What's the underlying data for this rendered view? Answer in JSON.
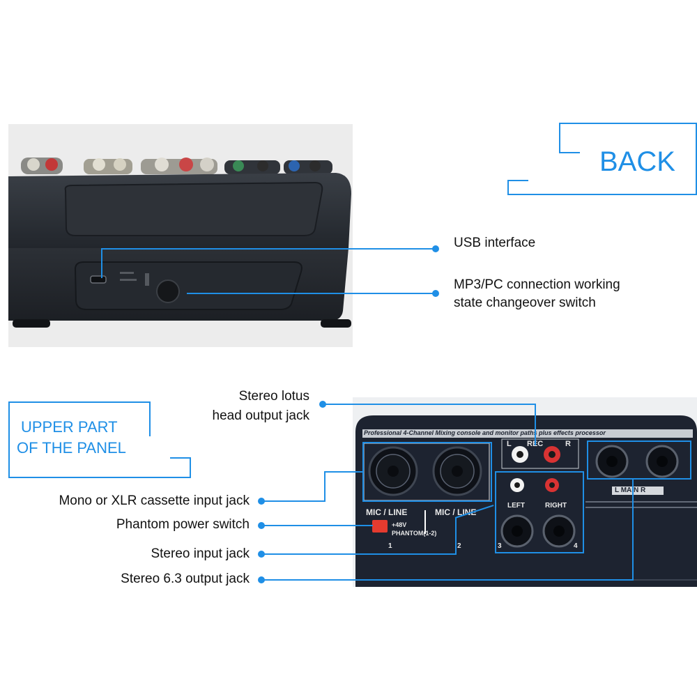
{
  "back_section": {
    "title": "BACK",
    "callouts": [
      {
        "label": "USB interface"
      },
      {
        "label_line1": "MP3/PC connection working",
        "label_line2": "state changeover switch"
      }
    ]
  },
  "upper_section": {
    "title_line1": "UPPER PART",
    "title_line2": "OF THE PANEL",
    "callouts": [
      {
        "label_line1": "Stereo lotus",
        "label_line2": "head output jack"
      },
      {
        "label": "Mono or XLR cassette input jack"
      },
      {
        "label": "Phantom power switch"
      },
      {
        "label": "Stereo input jack"
      },
      {
        "label": "Stereo 6.3 output jack"
      }
    ],
    "panel": {
      "header": "Professional 4-Channel Mixing console and monitor paths plus effects processor",
      "rec": "REC",
      "rec_l": "L",
      "rec_r": "R",
      "mic_line_1": "MIC / LINE",
      "mic_line_2": "MIC / LINE",
      "phantom_1": "+48V",
      "phantom_2": "PHANTOM(1-2)",
      "left": "LEFT",
      "right": "RIGHT",
      "main": "L  MAIN  R",
      "ch1": "1",
      "ch2": "2",
      "ch3": "3",
      "ch4": "4"
    }
  },
  "colors": {
    "accent": "#1f8fe6",
    "device": "#2b2f36",
    "panel": "#1d2330"
  }
}
